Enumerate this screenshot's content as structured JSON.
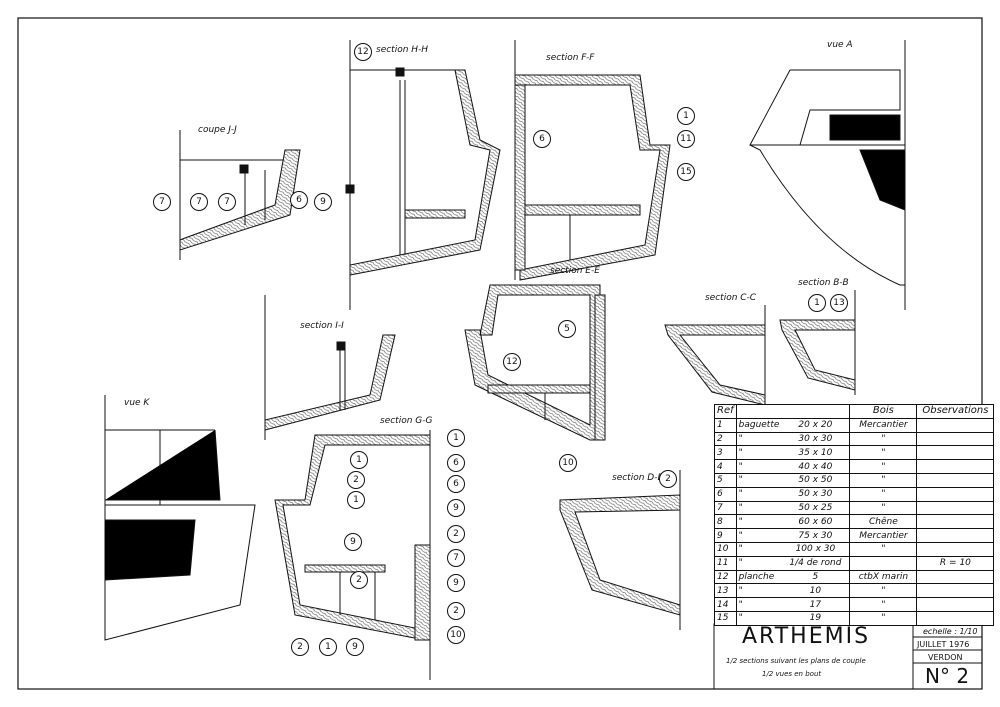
{
  "views": {
    "coupe_jj": "coupe  J-J",
    "section_hh": "section H-H",
    "section_ff": "section F-F",
    "vue_a": "vue  A",
    "section_ee": "section E-E",
    "section_ii": "section I-I",
    "section_cc": "section C-C",
    "section_bb": "section B-B",
    "vue_k": "vue  K",
    "section_gg": "section G-G",
    "section_dd": "section D-D"
  },
  "callouts": {
    "jj": [
      "7",
      "7",
      "7",
      "6",
      "9"
    ],
    "hh": [
      "12"
    ],
    "ff": [
      "6",
      "1",
      "11",
      "15"
    ],
    "ee": [
      "5",
      "12",
      "10"
    ],
    "bb": [
      "1",
      "13"
    ],
    "gg": [
      "1",
      "6",
      "1",
      "2",
      "6",
      "1",
      "9",
      "9",
      "2",
      "7",
      "2",
      "9",
      "2",
      "10",
      "2",
      "1",
      "9"
    ],
    "dd": [
      "2"
    ]
  },
  "parts_table": {
    "headers": [
      "Ref",
      "",
      "",
      "Bois",
      "Observations"
    ],
    "rows": [
      [
        "1",
        "baguette",
        "20 x 20",
        "Mercantier",
        ""
      ],
      [
        "2",
        "\"",
        "30 x 30",
        "\"",
        ""
      ],
      [
        "3",
        "\"",
        "35 x 10",
        "\"",
        ""
      ],
      [
        "4",
        "\"",
        "40 x 40",
        "\"",
        ""
      ],
      [
        "5",
        "\"",
        "50 x 50",
        "\"",
        ""
      ],
      [
        "6",
        "\"",
        "50 x 30",
        "\"",
        ""
      ],
      [
        "7",
        "\"",
        "50 x 25",
        "\"",
        ""
      ],
      [
        "8",
        "\"",
        "60 x 60",
        "Chêne",
        ""
      ],
      [
        "9",
        "\"",
        "75 x 30",
        "Mercantier",
        ""
      ],
      [
        "10",
        "\"",
        "100 x 30",
        "\"",
        ""
      ],
      [
        "11",
        "\"",
        "1/4 de rond",
        "",
        "R = 10"
      ],
      [
        "12",
        "planche",
        "5",
        "ctbX marin",
        ""
      ],
      [
        "13",
        "\"",
        "10",
        "\"",
        ""
      ],
      [
        "14",
        "\"",
        "17",
        "\"",
        ""
      ],
      [
        "15",
        "\"",
        "19",
        "\"",
        ""
      ]
    ]
  },
  "title_block": {
    "name": "ARTHEMIS",
    "line1": "1/2 sections suivant les plans de couple",
    "line2": "1/2 vues en bout",
    "scale": "echelle : 1/10",
    "date": "JUILLET 1976",
    "author": "VERDON",
    "sheet": "N° 2"
  },
  "colors": {
    "ink": "#111111",
    "paper": "#ffffff",
    "hatch": "#555555"
  }
}
